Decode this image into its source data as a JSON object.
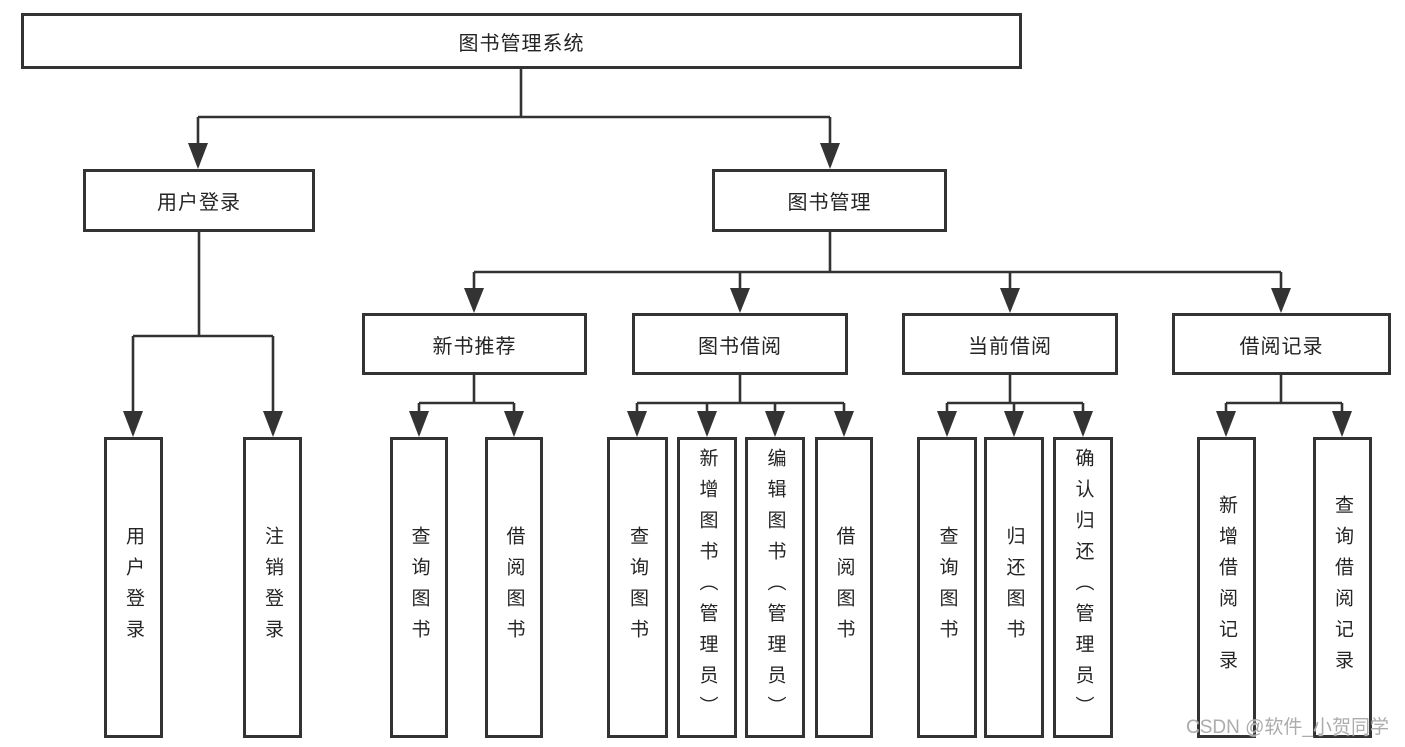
{
  "tree": {
    "root": {
      "label": "图书管理系统"
    },
    "branches": [
      {
        "label": "用户登录",
        "children": [
          "用户登录",
          "注销登录"
        ]
      },
      {
        "label": "图书管理",
        "children": [
          {
            "label": "新书推荐",
            "children": [
              "查询图书",
              "借阅图书"
            ]
          },
          {
            "label": "图书借阅",
            "children": [
              "查询图书",
              "新增图书（管理员）",
              "编辑图书（管理员）",
              "借阅图书"
            ]
          },
          {
            "label": "当前借阅",
            "children": [
              "查询图书",
              "归还图书",
              "确认归还（管理员）"
            ]
          },
          {
            "label": "借阅记录",
            "children": [
              "新增借阅记录",
              "查询借阅记录"
            ]
          }
        ]
      }
    ]
  },
  "watermark": "CSDN @软件_小贺同学",
  "colors": {
    "line": "#333333",
    "box_border": "#333333",
    "text": "#242424",
    "watermark": "#a5a5a5",
    "background": "#ffffff"
  }
}
